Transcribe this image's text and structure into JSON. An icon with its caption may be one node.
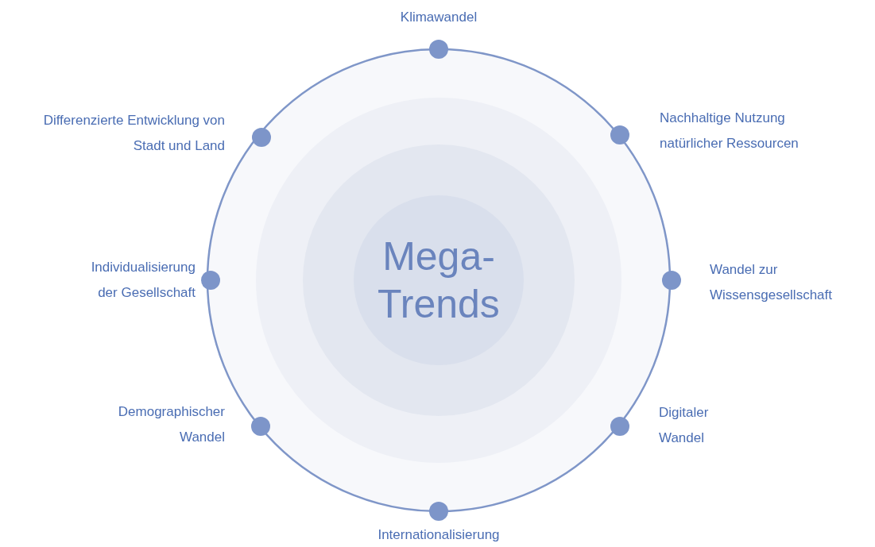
{
  "diagram": {
    "nodes": [
      {
        "text": [
          "Mega- Trends"
        ]
      },
      {
        "text": [],
        "shape": "circle",
        "beside": [
          "Klimawandel"
        ]
      },
      {
        "text": [],
        "shape": "circle",
        "beside": [
          "Differenzierte Entwicklung von Stadt und Land"
        ]
      },
      {
        "text": [],
        "shape": "circle",
        "beside": [
          "Nachhaltige Nutzung natürlicher Ressourcen"
        ]
      },
      {
        "text": [],
        "shape": "circle",
        "beside": [
          "Individualisierung der Gesellschaft"
        ]
      },
      {
        "text": [],
        "shape": "circle",
        "beside": [
          "Wandel zur Wissensgesellschaft"
        ]
      },
      {
        "text": [],
        "shape": "circle",
        "beside": [
          "Demographischer Wandel"
        ]
      },
      {
        "text": [],
        "shape": "circle",
        "beside": [
          "Digitaler Wandel"
        ]
      },
      {
        "text": [],
        "shape": "circle",
        "beside": [
          "Internationalisierung"
        ]
      }
    ]
  }
}
